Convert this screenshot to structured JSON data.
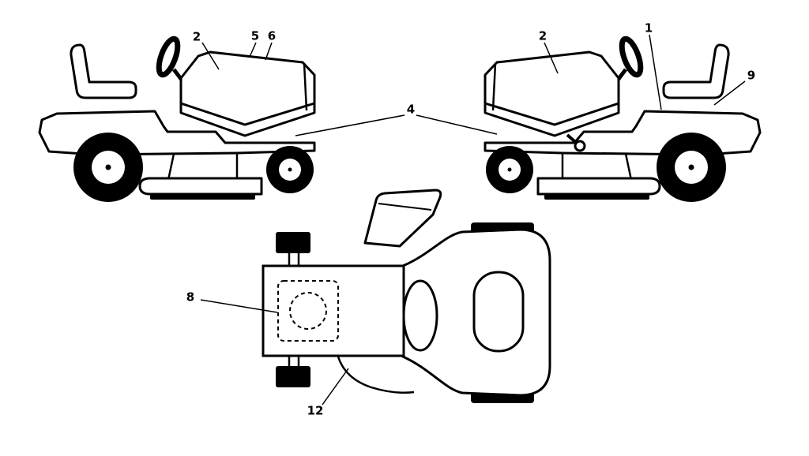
{
  "figure": {
    "description": "Lawn tractor decal location diagram: left side view, right side view, top view",
    "background_color": "#ffffff",
    "line_color": "#000000",
    "views": {
      "left_side": "tractor-left-side-view",
      "right_side": "tractor-right-side-view",
      "top": "tractor-top-view"
    },
    "callouts": [
      {
        "label": "2",
        "target": "left-hood-panel"
      },
      {
        "label": "5",
        "target": "left-hood-top"
      },
      {
        "label": "6",
        "target": "left-hood-top"
      },
      {
        "label": "4",
        "target": "both-footrest-panels"
      },
      {
        "label": "2",
        "target": "right-hood-panel"
      },
      {
        "label": "1",
        "target": "right-dash-fender"
      },
      {
        "label": "9",
        "target": "right-seat-area"
      },
      {
        "label": "8",
        "target": "top-engine-cover"
      },
      {
        "label": "12",
        "target": "top-belt-cable"
      }
    ]
  }
}
